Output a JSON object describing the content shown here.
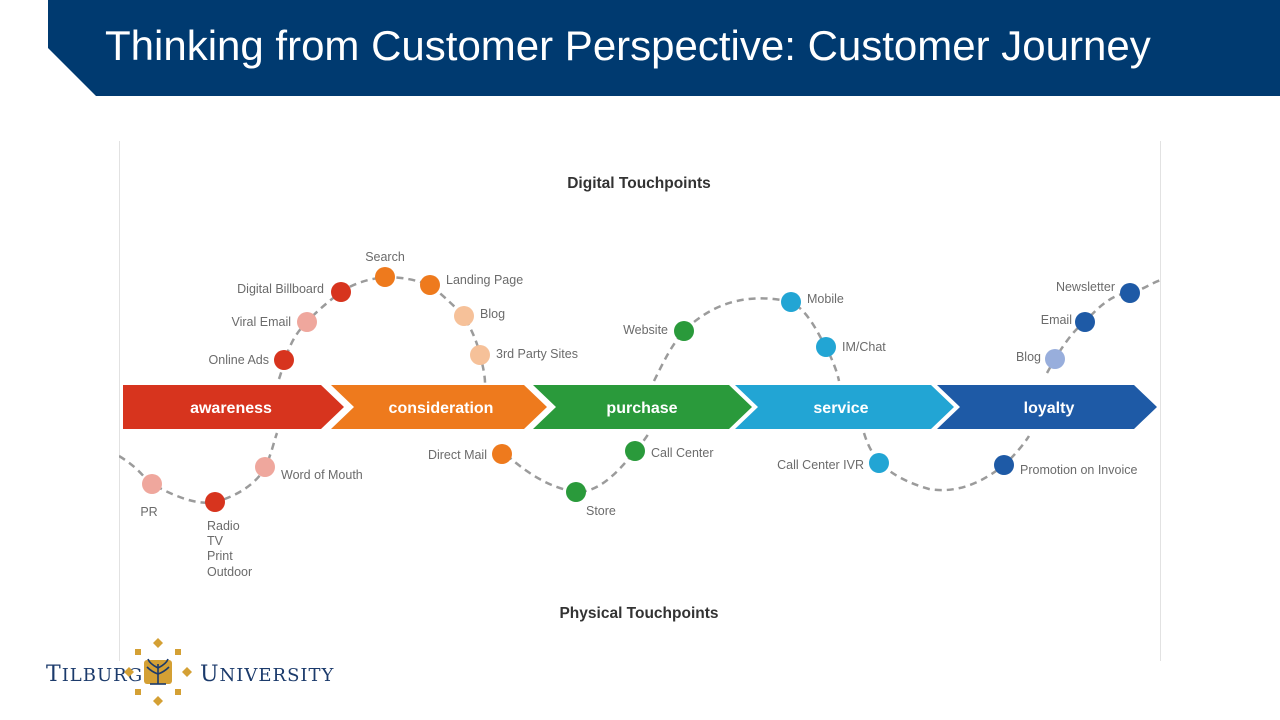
{
  "slide": {
    "title": "Thinking from Customer Perspective: Customer Journey"
  },
  "colors": {
    "banner": "#003A70",
    "awareness": "#D7341E",
    "consideration": "#EE7A1D",
    "purchase": "#2A9A3B",
    "service": "#22A5D4",
    "loyalty": "#1E5AA6",
    "logo_gold": "#D4A034",
    "logo_blue": "#1B3A6B"
  },
  "diagram": {
    "digital_heading": "Digital Touchpoints",
    "physical_heading": "Physical Touchpoints",
    "stages": [
      {
        "label": "awareness",
        "color": "#D7341E"
      },
      {
        "label": "consideration",
        "color": "#EE7A1D"
      },
      {
        "label": "purchase",
        "color": "#2A9A3B"
      },
      {
        "label": "service",
        "color": "#22A5D4"
      },
      {
        "label": "loyalty",
        "color": "#1E5AA6"
      }
    ],
    "touchpoints": {
      "online_ads": "Online Ads",
      "viral_email": "Viral Email",
      "digital_billboard": "Digital Billboard",
      "search": "Search",
      "landing_page": "Landing Page",
      "blog_consideration": "Blog",
      "third_party_sites": "3rd Party Sites",
      "website": "Website",
      "mobile": "Mobile",
      "im_chat": "IM/Chat",
      "blog_loyalty": "Blog",
      "email": "Email",
      "newsletter": "Newsletter",
      "pr": "PR",
      "radio": "Radio",
      "tv": "TV",
      "print": "Print",
      "outdoor": "Outdoor",
      "word_of_mouth": "Word of Mouth",
      "direct_mail": "Direct Mail",
      "store": "Store",
      "call_center": "Call Center",
      "call_center_ivr": "Call Center IVR",
      "promotion_on_invoice": "Promotion on Invoice"
    }
  },
  "logo": {
    "left_word_initial": "T",
    "left_word_rest": "ILBURG",
    "right_word_initial": "U",
    "right_word_rest": "NIVERSITY"
  }
}
